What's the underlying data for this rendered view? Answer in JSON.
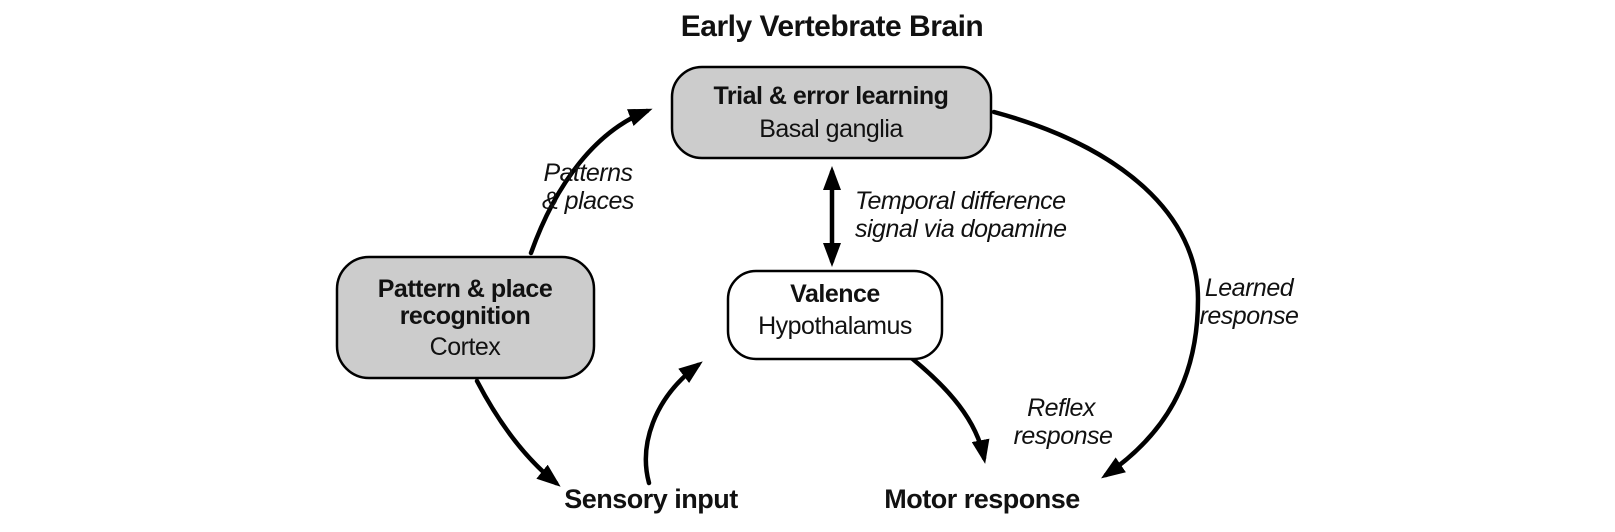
{
  "title": "Early Vertebrate Brain",
  "nodes": {
    "trial_error": {
      "line1": "Trial & error learning",
      "line2": "Basal ganglia"
    },
    "pattern_place": {
      "line1": "Pattern & place",
      "line2": "recognition",
      "line3": "Cortex"
    },
    "valence": {
      "line1": "Valence",
      "line2": "Hypothalamus"
    }
  },
  "edge_labels": {
    "patterns_places": {
      "line1": "Patterns",
      "line2": "& places"
    },
    "td_signal": {
      "line1": "Temporal difference",
      "line2": "signal via dopamine"
    },
    "learned_response": {
      "line1": "Learned",
      "line2": "response"
    },
    "reflex_response": {
      "line1": "Reflex",
      "line2": "response"
    }
  },
  "terminals": {
    "sensory_input": "Sensory input",
    "motor_response": "Motor response"
  },
  "colors": {
    "node_fill": "#cccccc",
    "valence_fill": "#ffffff",
    "stroke": "#000000",
    "background": "#ffffff",
    "text": "#111111"
  }
}
